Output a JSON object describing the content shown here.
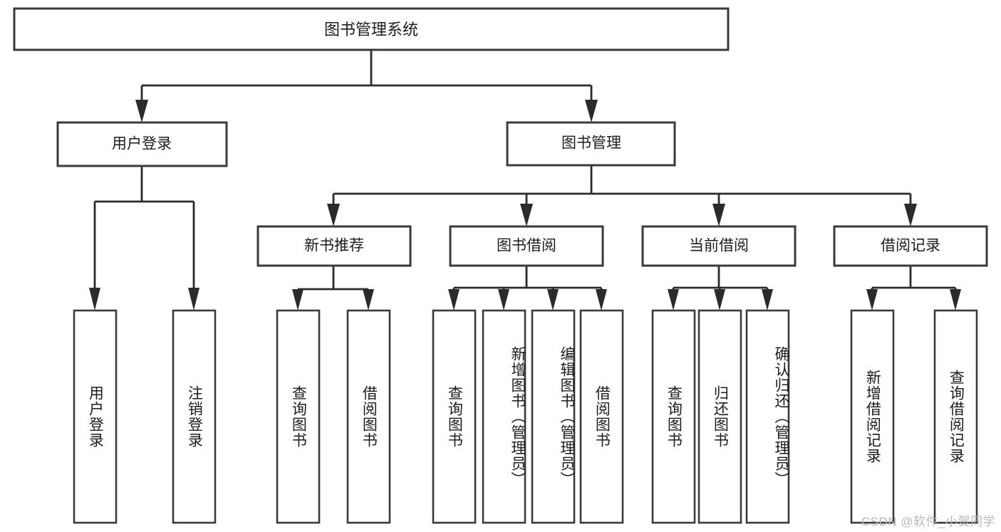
{
  "diagram": {
    "type": "tree",
    "title": "图书管理系统",
    "watermark": "CSDN @软件_小贺同学",
    "colors": {
      "box_stroke": "#3a3a3a",
      "connector": "#2b2b2b",
      "box_fill": "#ffffff",
      "text": "#1c1c1c",
      "watermark": "#b9b9b9"
    },
    "root": {
      "label": "图书管理系统"
    },
    "level2": [
      {
        "label": "用户登录"
      },
      {
        "label": "图书管理"
      }
    ],
    "level3": [
      {
        "label": "新书推荐"
      },
      {
        "label": "图书借阅"
      },
      {
        "label": "当前借阅"
      },
      {
        "label": "借阅记录"
      }
    ],
    "leaves": {
      "user_login": [
        {
          "label": "用户登录"
        },
        {
          "label": "注销登录"
        }
      ],
      "new_book_recommend": [
        {
          "label": "查询图书"
        },
        {
          "label": "借阅图书"
        }
      ],
      "book_borrow": [
        {
          "label": "查询图书"
        },
        {
          "label": "新增图书（管理员）"
        },
        {
          "label": "编辑图书（管理员）"
        },
        {
          "label": "借阅图书"
        }
      ],
      "current_borrow": [
        {
          "label": "查询图书"
        },
        {
          "label": "归还图书"
        },
        {
          "label": "确认归还（管理员）"
        }
      ],
      "borrow_record": [
        {
          "label": "新增借阅记录"
        },
        {
          "label": "查询借阅记录"
        }
      ]
    }
  }
}
